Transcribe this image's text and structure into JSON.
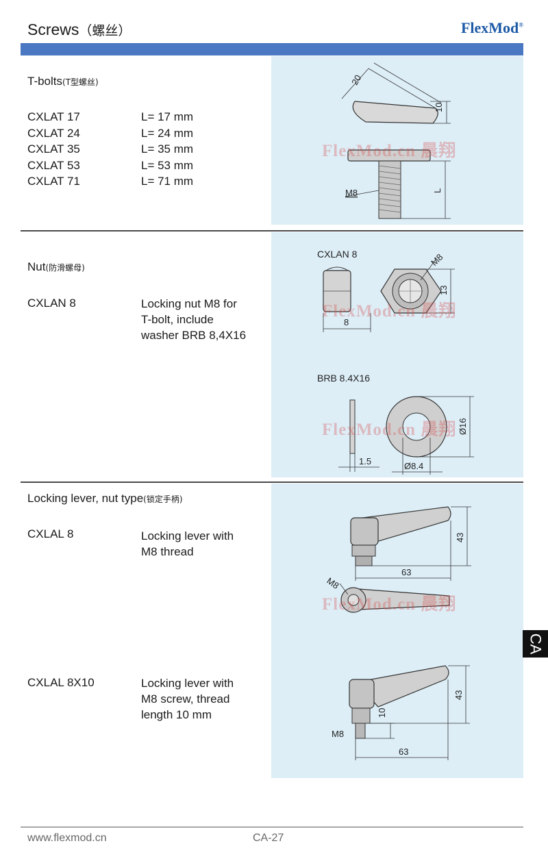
{
  "header": {
    "title": "Screws",
    "title_cn": "（螺丝）",
    "brand": "FlexMod",
    "brand_mark": "®"
  },
  "sections": {
    "tbolts": {
      "label": "T-bolts",
      "label_cn": "(T型螺丝)",
      "codes": [
        "CXLAT 17",
        "CXLAT 24",
        "CXLAT 35",
        "CXLAT 53",
        "CXLAT 71"
      ],
      "lengths": [
        "L= 17 mm",
        "L= 24 mm",
        "L= 35 mm",
        "L= 53 mm",
        "L= 71 mm"
      ],
      "drawing": {
        "dim_width": "20",
        "dim_height": "10",
        "thread": "M8",
        "length": "L"
      }
    },
    "nut": {
      "label": "Nut",
      "label_cn": "(防滑螺母)",
      "code": "CXLAN 8",
      "description": [
        "Locking nut M8 for",
        "T-bolt, include",
        "washer  BRB 8,4X16"
      ],
      "drawing": {
        "nut_title": "CXLAN 8",
        "nut_thread": "M8",
        "nut_height": "13",
        "nut_width": "8",
        "washer_title": "BRB 8.4X16",
        "washer_thickness": "1.5",
        "washer_outer": "Ø16",
        "washer_inner": "Ø8.4"
      }
    },
    "lever": {
      "label": "Locking lever, nut type",
      "label_cn": "(锁定手柄)",
      "items": [
        {
          "code": "CXLAL 8",
          "description": [
            "Locking lever with",
            "M8 thread"
          ]
        },
        {
          "code": "CXLAL 8X10",
          "description": [
            "Locking lever with",
            "M8 screw, thread",
            "length 10 mm"
          ]
        }
      ],
      "drawing": {
        "height_a": "43",
        "length_a": "63",
        "thread_a": "M8",
        "height_b": "43",
        "length_b": "63",
        "thread_b": "M8",
        "screw_len": "10"
      }
    }
  },
  "watermark": "FlexMod.cn 晨翔",
  "tab": "CA",
  "footer": {
    "website": "www.flexmod.cn",
    "page": "CA-27"
  },
  "colors": {
    "brand_blue": "#1d5aa6",
    "header_bar": "#4a78c2",
    "panel_bg": "#ddeef7",
    "watermark": "#d64a4a"
  }
}
